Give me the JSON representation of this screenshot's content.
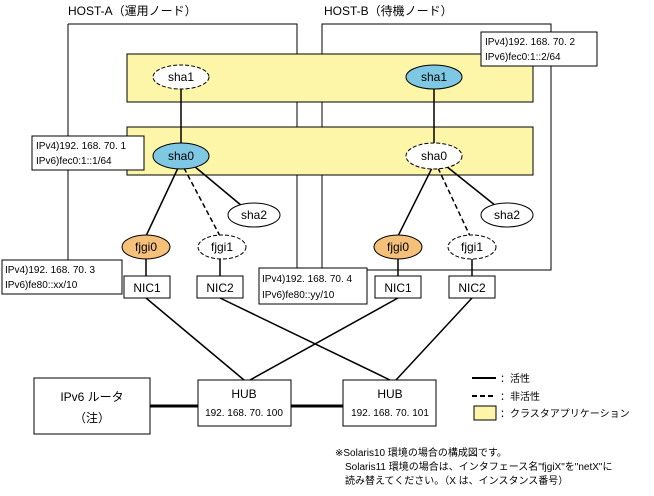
{
  "hosts": {
    "a": {
      "title": "HOST-A（運用ノード）"
    },
    "b": {
      "title": "HOST-B（待機ノード）"
    }
  },
  "nodes": {
    "a_sha1": "sha1",
    "b_sha1": "sha1",
    "a_sha0": "sha0",
    "b_sha0": "sha0",
    "a_sha2": "sha2",
    "b_sha2": "sha2",
    "a_fjgi0": "fjgi0",
    "a_fjgi1": "fjgi1",
    "b_fjgi0": "fjgi0",
    "b_fjgi1": "fjgi1"
  },
  "nics": {
    "a_nic1": "NIC1",
    "a_nic2": "NIC2",
    "b_nic1": "NIC1",
    "b_nic2": "NIC2"
  },
  "addresses": {
    "b_sha1": {
      "ipv4": "IPv4)192. 168. 70. 2",
      "ipv6": "IPv6)fec0:1::2/64"
    },
    "a_sha0": {
      "ipv4": "IPv4)192. 168. 70. 1",
      "ipv6": "IPv6)fec0:1::1/64"
    },
    "a_fjgi0": {
      "ipv4": "IPv4)192. 168. 70. 3",
      "ipv6": "IPv6)fe80::xx/10"
    },
    "b_fjgi0": {
      "ipv4": "IPv4)192. 168. 70. 4",
      "ipv6": "IPv6)fe80::yy/10"
    }
  },
  "hubs": [
    {
      "label": "HUB",
      "ip": "192. 168. 70. 100"
    },
    {
      "label": "HUB",
      "ip": "192. 168. 70. 101"
    }
  ],
  "router": {
    "label": "IPv6 ルータ",
    "note": "（注）"
  },
  "legend": {
    "active": "：活性",
    "inactive": "：非活性",
    "cluster_app": "：クラスタアプリケーション"
  },
  "footnote": {
    "line1": "※Solaris10 環境の場合の構成図です。",
    "line2": "Solaris11 環境の場合は、インタフェース名\"fjgiX\"を\"netX\"に",
    "line3": "読み替えてください。（X は、インスタンス番号）"
  },
  "colors": {
    "active_node": "#7ec8e3",
    "fjgi_active": "#f5c07a",
    "cluster_app": "#fdf5a8"
  }
}
